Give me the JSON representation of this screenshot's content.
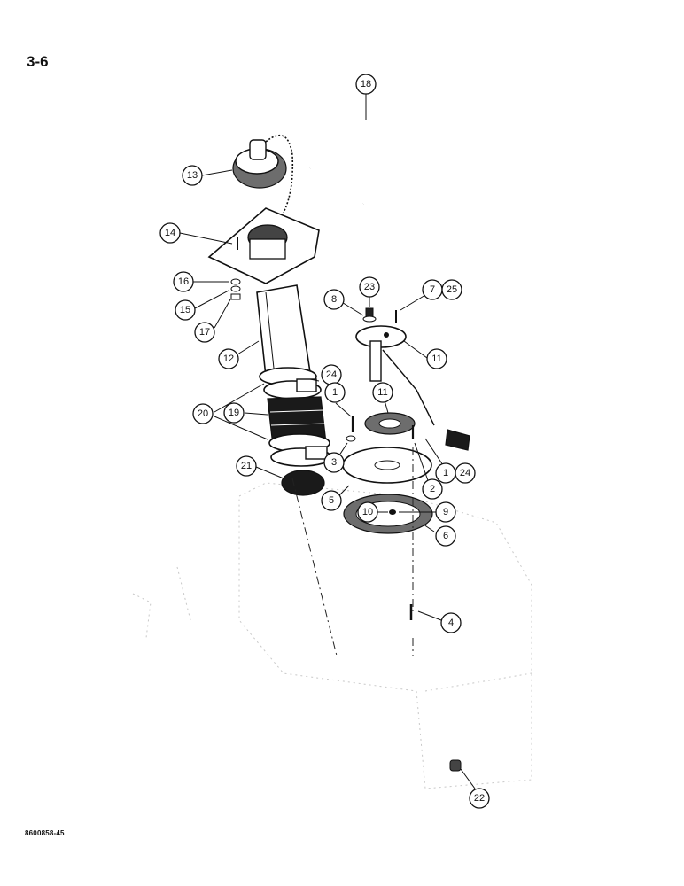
{
  "page": {
    "number": "3-6",
    "code": "8600858-45"
  },
  "callouts": [
    {
      "id": "c1",
      "label": "1"
    },
    {
      "id": "c1b",
      "label": "1"
    },
    {
      "id": "c2",
      "label": "2"
    },
    {
      "id": "c3",
      "label": "3"
    },
    {
      "id": "c4",
      "label": "4"
    },
    {
      "id": "c5",
      "label": "5"
    },
    {
      "id": "c6",
      "label": "6"
    },
    {
      "id": "c7",
      "label": "7"
    },
    {
      "id": "c8",
      "label": "8"
    },
    {
      "id": "c9",
      "label": "9"
    },
    {
      "id": "c10",
      "label": "10"
    },
    {
      "id": "c11",
      "label": "11"
    },
    {
      "id": "c11b",
      "label": "11"
    },
    {
      "id": "c12",
      "label": "12"
    },
    {
      "id": "c13",
      "label": "13"
    },
    {
      "id": "c14",
      "label": "14"
    },
    {
      "id": "c15",
      "label": "15"
    },
    {
      "id": "c16",
      "label": "16"
    },
    {
      "id": "c17",
      "label": "17"
    },
    {
      "id": "c18",
      "label": "18"
    },
    {
      "id": "c19",
      "label": "19"
    },
    {
      "id": "c20",
      "label": "20"
    },
    {
      "id": "c21",
      "label": "21"
    },
    {
      "id": "c22",
      "label": "22"
    },
    {
      "id": "c23",
      "label": "23"
    },
    {
      "id": "c24",
      "label": "24"
    },
    {
      "id": "c24b",
      "label": "24"
    },
    {
      "id": "c25",
      "label": "25"
    }
  ]
}
